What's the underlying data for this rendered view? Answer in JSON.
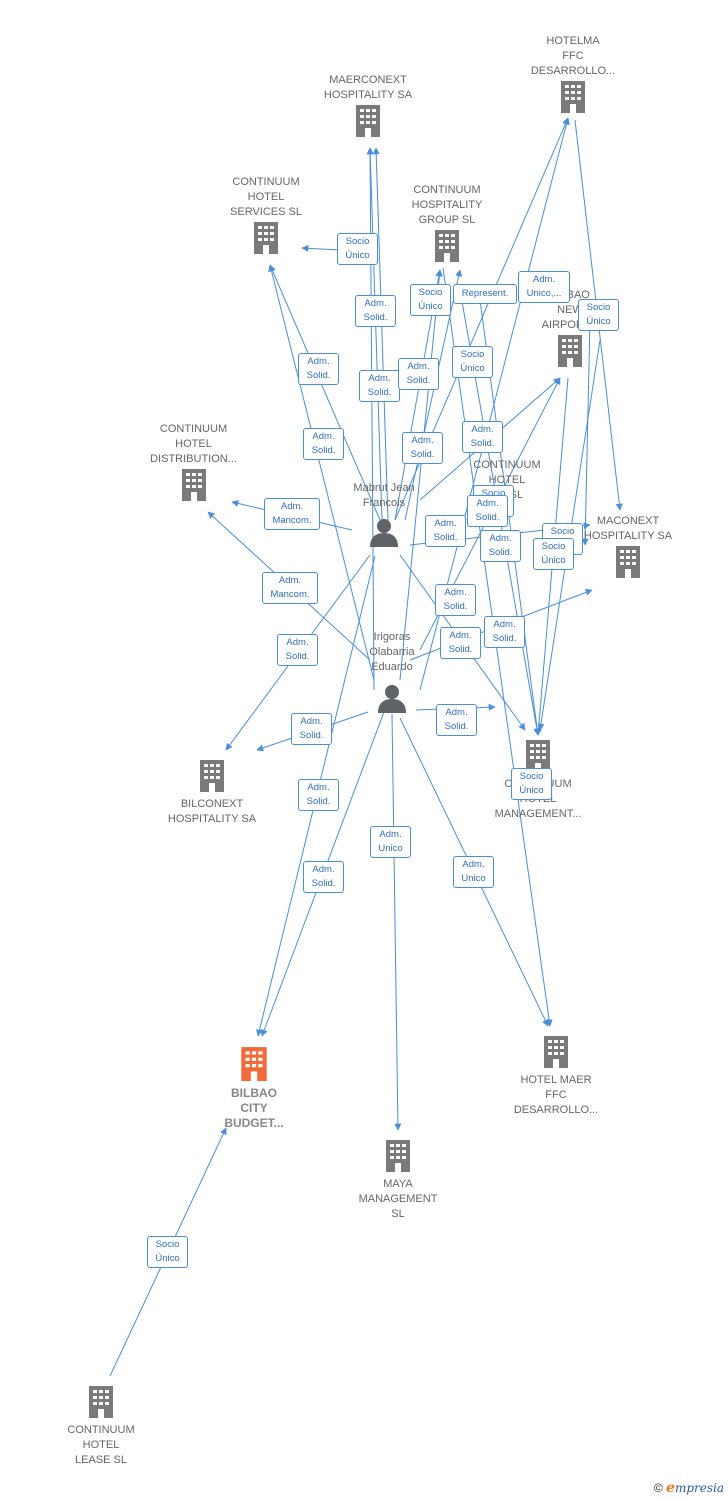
{
  "colors": {
    "edge": "#4a8fd8",
    "building": "#7a7a7a",
    "focus_building": "#f26a3a",
    "person": "#5f6368",
    "label": "#666666"
  },
  "companies": [
    {
      "id": "maerconext",
      "label": "MAERCONEXT\nHOSPITALITY SA"
    },
    {
      "id": "hotelma",
      "label": "HOTELMA\nFFC\nDESARROLLO..."
    },
    {
      "id": "cont_services",
      "label": "CONTINUUM\nHOTEL\nSERVICES SL"
    },
    {
      "id": "cont_group",
      "label": "CONTINUUM\nHOSPITALITY\nGROUP  SL"
    },
    {
      "id": "bilbao_new",
      "label": "BILBAO\nNEW\nAIRPORT..."
    },
    {
      "id": "cont_distribution",
      "label": "CONTINUUM\nHOTEL\nDISTRIBUTION..."
    },
    {
      "id": "cont_hotel_mid",
      "label": "CONTINUUM\nHOTEL\n...T  SL"
    },
    {
      "id": "maconext",
      "label": "MACONEXT\nHOSPITALITY SA"
    },
    {
      "id": "bilconext",
      "label": "BILCONEXT\nHOSPITALITY SA"
    },
    {
      "id": "cont_management",
      "label": "CONTINUUM\nHOTEL\nMANAGEMENT..."
    },
    {
      "id": "bilbao_city",
      "label": "BILBAO\nCITY\nBUDGET...",
      "focus": true
    },
    {
      "id": "maya",
      "label": "MAYA\nMANAGEMENT\nSL"
    },
    {
      "id": "hotel_maer",
      "label": "HOTEL MAER\nFFC\nDESARROLLO..."
    },
    {
      "id": "cont_lease",
      "label": "CONTINUUM\nHOTEL\nLEASE  SL"
    }
  ],
  "persons": [
    {
      "id": "mabrut",
      "label": "Mabrut Jean\nFrancois"
    },
    {
      "id": "irigoras",
      "label": "Irigoras\nOlabarria\nEduardo"
    }
  ],
  "relations": [
    "Socio\nÚnico",
    "Adm.\nSolid.",
    "Socio\nÚnico",
    "Represent.",
    "Adm.\nUnico,...",
    "Socio\nÚnico",
    "Adm.\nSolid.",
    "Adm.\nSolid.",
    "Adm.\nSolid.",
    "Socio\nÚnico",
    "Adm.\nSolid.",
    "Adm.\nSolid.",
    "Adm.\nSolid.",
    "Socio\nÚnico",
    "Adm.\nMancom.",
    "Adm.\nSolid.",
    "Adm.\nSolid.",
    "Adm.\nSolid.",
    "Socio\nÚnico",
    "Socio\nÚnico",
    "Adm.\nMancom.",
    "Adm.\nSolid.",
    "Adm.\nSolid.",
    "Adm.\nSolid.",
    "Adm.\nSolid.",
    "Adm.\nSolid.",
    "Adm.\nSolid.",
    "Socio\nÚnico",
    "Adm.\nSolid.",
    "Adm.\nUnico",
    "Adm.\nUnico",
    "Adm.\nSolid.",
    "Socio\nÚnico"
  ],
  "footer": {
    "copyright": "©",
    "brand_initial": "e",
    "brand_rest": "mpresia"
  }
}
